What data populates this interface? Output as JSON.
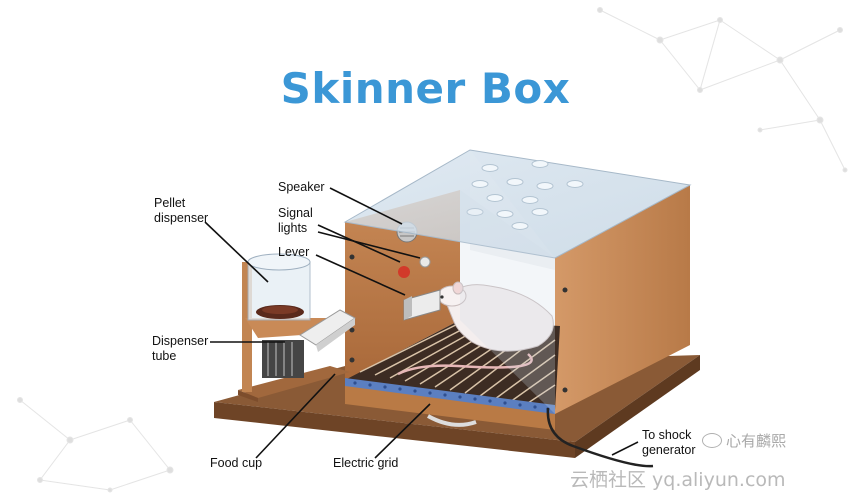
{
  "title": "Skinner Box",
  "labels": {
    "pellet_dispenser_1": "Pellet",
    "pellet_dispenser_2": "dispenser",
    "speaker": "Speaker",
    "signal_lights_1": "Signal",
    "signal_lights_2": "lights",
    "lever": "Lever",
    "dispenser_tube_1": "Dispenser",
    "dispenser_tube_2": "tube",
    "food_cup": "Food cup",
    "electric_grid": "Electric grid",
    "shock_1": "To shock",
    "shock_2": "generator"
  },
  "watermark": {
    "brand": "心有麟熙",
    "site": "云栖社区 yq.aliyun.com"
  }
}
